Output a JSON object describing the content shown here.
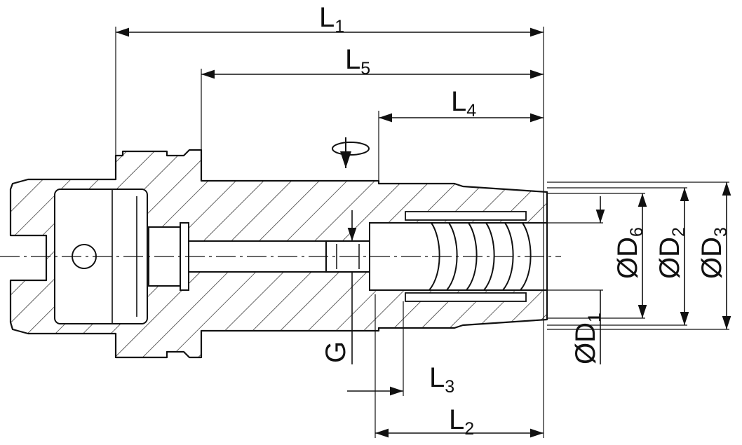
{
  "labels": {
    "l1": {
      "main": "L",
      "sub": "1"
    },
    "l2": {
      "main": "L",
      "sub": "2"
    },
    "l3": {
      "main": "L",
      "sub": "3"
    },
    "l4": {
      "main": "L",
      "sub": "4"
    },
    "l5": {
      "main": "L",
      "sub": "5"
    },
    "d1": {
      "main": "ØD",
      "sub": "1"
    },
    "d2": {
      "main": "ØD",
      "sub": "2"
    },
    "d3": {
      "main": "ØD",
      "sub": "3"
    },
    "d6": {
      "main": "ØD",
      "sub": "6"
    },
    "g": "G"
  },
  "colors": {
    "line": "#111111",
    "background": "#ffffff"
  }
}
